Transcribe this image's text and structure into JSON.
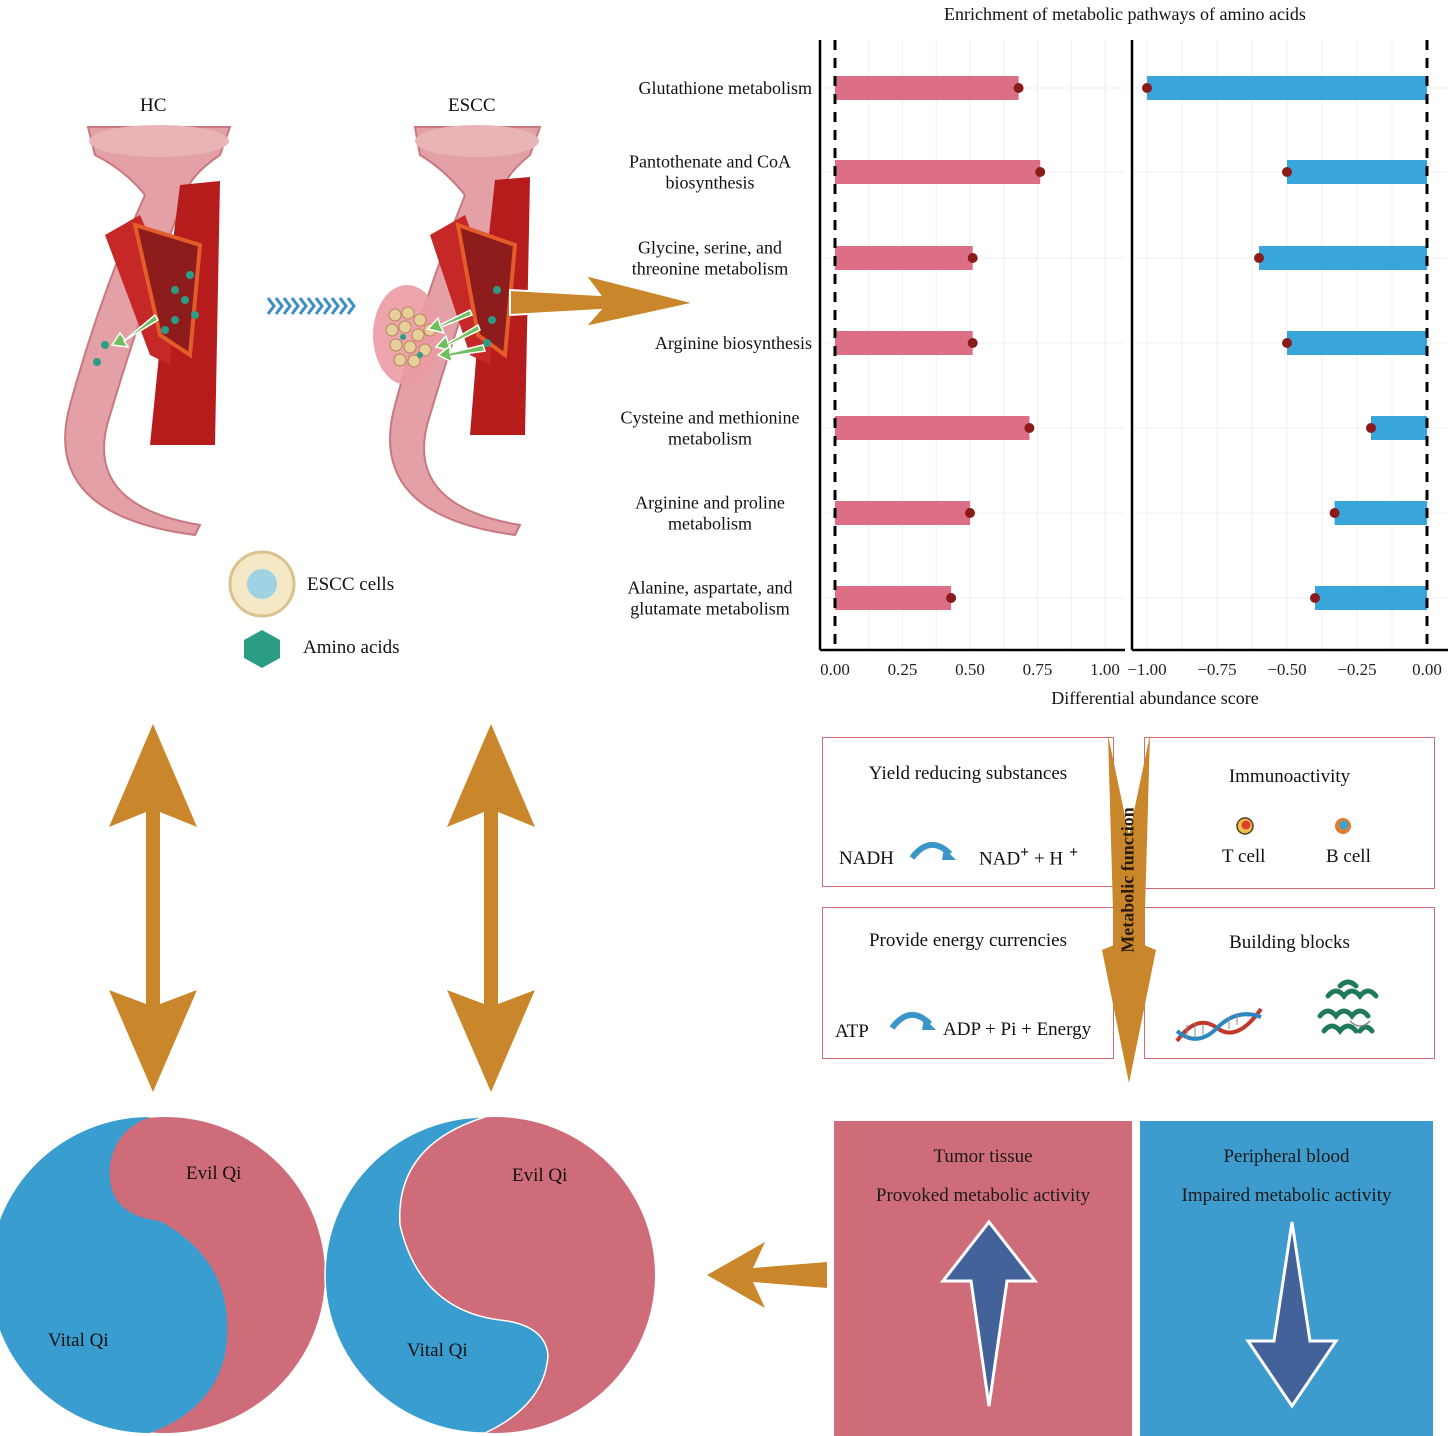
{
  "illustration": {
    "hc_label": "HC",
    "escc_label": "ESCC",
    "legend": [
      {
        "icon": "escc-cell-icon",
        "label": "ESCC cells"
      },
      {
        "icon": "amino-acid-hexagon-icon",
        "label": "Amino acids"
      }
    ]
  },
  "chart_data": {
    "type": "bar",
    "title": "Enrichment of metabolic pathways of amino acids",
    "xlabel": "Differential abundance score",
    "categories": [
      "Glutathione metabolism",
      "Pantothenate and CoA biosynthesis",
      "Glycine, serine, and threonine metabolism",
      "Arginine biosynthesis",
      "Cysteine and methionine metabolism",
      "Arginine and proline metabolism",
      "Alanine, aspartate, and glutamate metabolism"
    ],
    "category_lines": [
      [
        "Glutathione metabolism"
      ],
      [
        "Pantothenate and CoA",
        "biosynthesis"
      ],
      [
        "Glycine, serine, and",
        "threonine metabolism"
      ],
      [
        "Arginine biosynthesis"
      ],
      [
        "Cysteine and methionine",
        "metabolism"
      ],
      [
        "Arginine and proline",
        "metabolism"
      ],
      [
        "Alanine, aspartate, and",
        "glutamate metabolism"
      ]
    ],
    "series": [
      {
        "name": "Tumor tissue",
        "color": "#dc6f85",
        "values": [
          0.68,
          0.76,
          0.51,
          0.51,
          0.72,
          0.5,
          0.43
        ],
        "xlim": [
          0,
          1
        ],
        "ticks": [
          "0.00",
          "0.25",
          "0.50",
          "0.75",
          "1.00"
        ]
      },
      {
        "name": "Peripheral blood",
        "color": "#38a6db",
        "values": [
          -1.0,
          -0.5,
          -0.6,
          -0.5,
          -0.2,
          -0.33,
          -0.4
        ],
        "xlim": [
          -1,
          0
        ],
        "ticks": [
          "−1.00",
          "−0.75",
          "−0.50",
          "−0.25",
          "0.00"
        ]
      }
    ],
    "point_color": "#8b1a1a",
    "grid": true,
    "reference_line": "dashed at 0"
  },
  "metabolic_function": {
    "arrow_label": "Metabolic function",
    "boxes": [
      {
        "title": "Yield reducing substances",
        "left": "NADH",
        "right": "NAD",
        "right_sup": "+",
        "right_tail": " + H",
        "right_tail_sup": "+"
      },
      {
        "title": "Immunoactivity",
        "cells": [
          "T cell",
          "B cell"
        ]
      },
      {
        "title": "Provide energy currencies",
        "left": "ATP",
        "right": "ADP + Pi + Energy"
      },
      {
        "title": "Building blocks",
        "icons": [
          "dna-icon",
          "protein-structure-icon"
        ]
      }
    ]
  },
  "activity_panels": [
    {
      "title": "Tumor tissue",
      "subtitle": "Provoked metabolic activity",
      "direction": "up",
      "color": "#cf6c7a"
    },
    {
      "title": "Peripheral blood",
      "subtitle": "Impaired metabolic activity",
      "direction": "down",
      "color": "#3d9ccd"
    }
  ],
  "yin_yang": [
    {
      "evil_label": "Evil Qi",
      "vital_label": "Vital Qi",
      "state": "HC"
    },
    {
      "evil_label": "Evil Qi",
      "vital_label": "Vital Qi",
      "state": "ESCC"
    }
  ],
  "colors": {
    "pink": "#cf6c7a",
    "blue": "#3a9dcf",
    "orange_arrow": "#c9862b",
    "box_border": "#d66b74",
    "inner_arrow": "#44629a"
  }
}
